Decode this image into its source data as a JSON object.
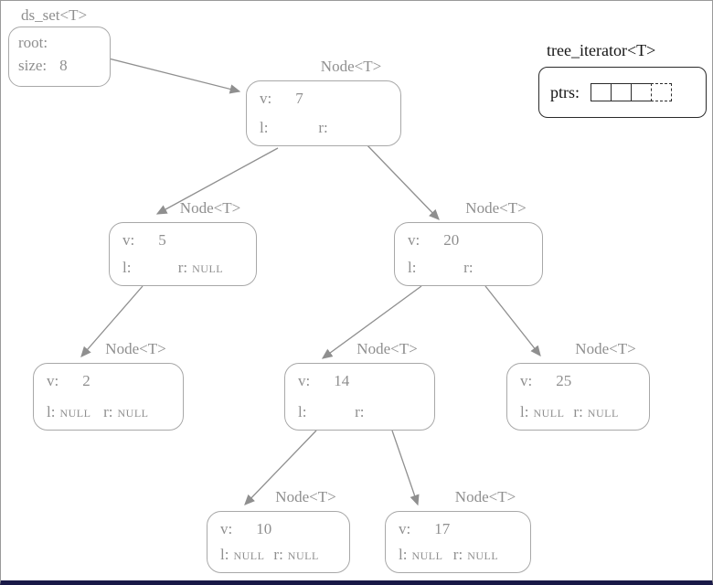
{
  "ds_set": {
    "title": "ds_set<T>",
    "root_label": "root:",
    "size_label": "size:",
    "size_value": "8"
  },
  "iterator": {
    "title": "tree_iterator<T>",
    "ptrs_label": "ptrs:"
  },
  "labels": {
    "node_title": "Node<T>",
    "v": "v:",
    "l": "l:",
    "r": "r:"
  },
  "nodes": [
    {
      "v": "7",
      "l": "",
      "r": ""
    },
    {
      "v": "5",
      "l": "",
      "r": "NULL"
    },
    {
      "v": "20",
      "l": "",
      "r": ""
    },
    {
      "v": "2",
      "l": "NULL",
      "r": "NULL"
    },
    {
      "v": "14",
      "l": "",
      "r": ""
    },
    {
      "v": "25",
      "l": "NULL",
      "r": "NULL"
    },
    {
      "v": "10",
      "l": "NULL",
      "r": "NULL"
    },
    {
      "v": "17",
      "l": "NULL",
      "r": "NULL"
    }
  ]
}
